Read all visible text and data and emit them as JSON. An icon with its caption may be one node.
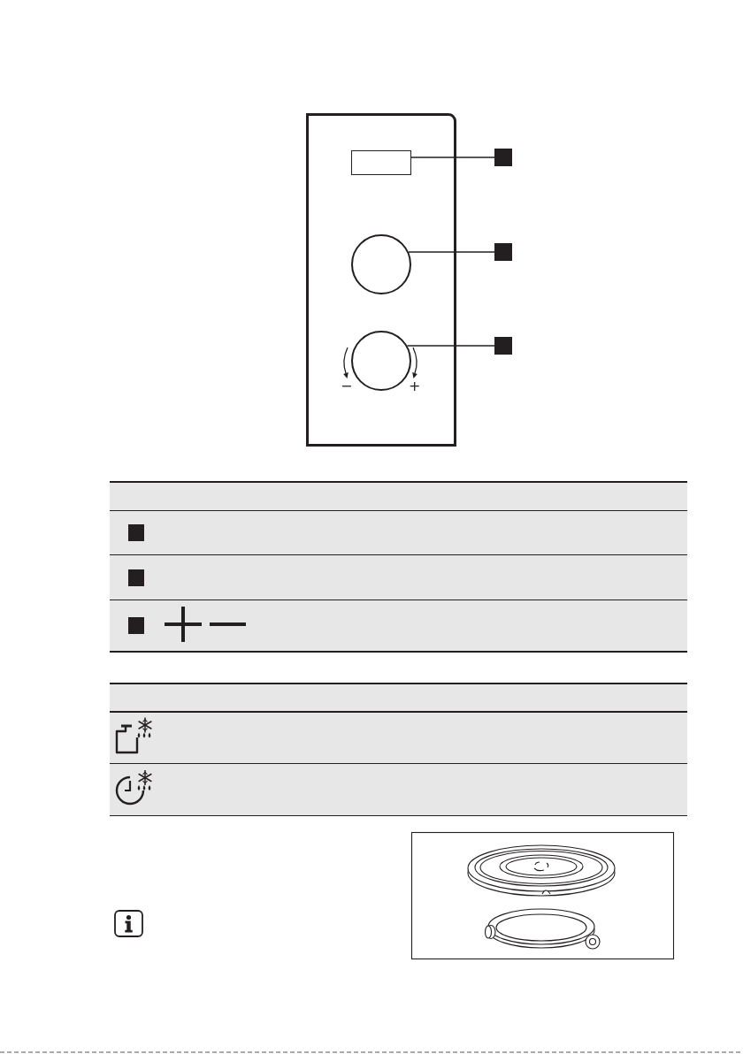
{
  "diagram": {
    "nodes": [
      {
        "text": [],
        "shape": "box"
      },
      {
        "text": [],
        "shape": "box",
        "in": 0
      },
      {
        "text": [],
        "shape": "circle",
        "in": 0
      },
      {
        "text": [],
        "shape": "circle",
        "in": 0
      },
      {
        "text": [],
        "shape": "box"
      },
      {
        "text": [],
        "shape": "box"
      },
      {
        "text": [],
        "shape": "box"
      }
    ],
    "edges": [
      {
        "from": 4,
        "to": 1,
        "arrow": "none"
      },
      {
        "from": 5,
        "to": 2,
        "arrow": "none"
      },
      {
        "from": 6,
        "to": 3,
        "arrow": "none"
      }
    ],
    "labels": [
      "−",
      "+"
    ]
  }
}
